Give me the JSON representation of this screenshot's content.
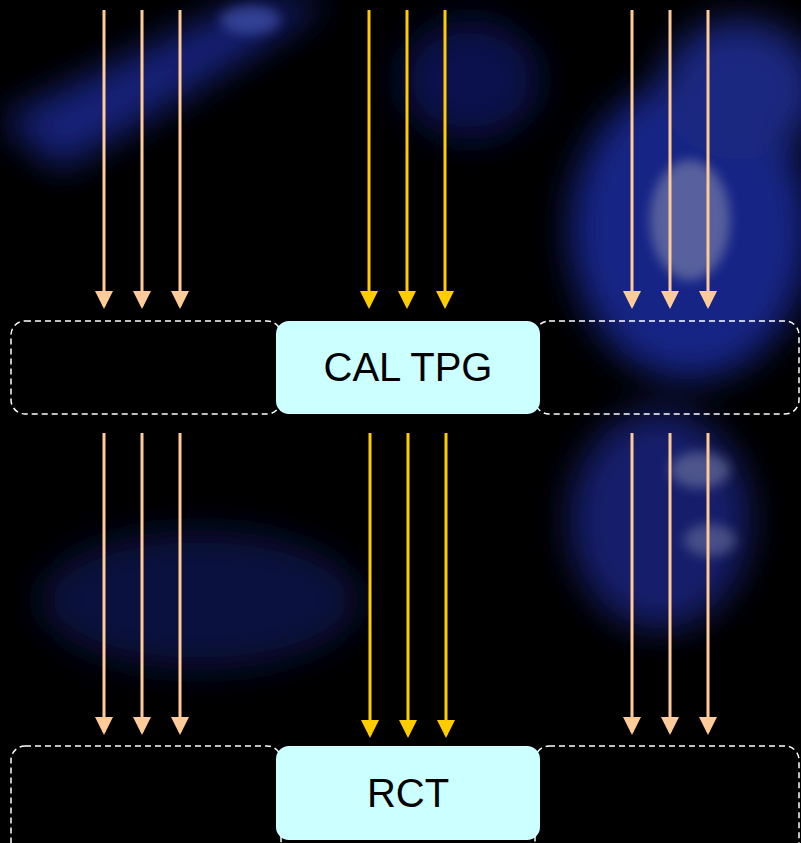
{
  "diagram": {
    "nodes": [
      {
        "text": [
          "CAL TPG"
        ]
      },
      {
        "text": [
          "RCT"
        ]
      }
    ],
    "edges": [
      {
        "from": 0,
        "to": 1,
        "arrow": "to"
      },
      {
        "from": 0,
        "to": 1,
        "arrow": "to"
      },
      {
        "from": 0,
        "to": 1,
        "arrow": "to"
      }
    ]
  }
}
